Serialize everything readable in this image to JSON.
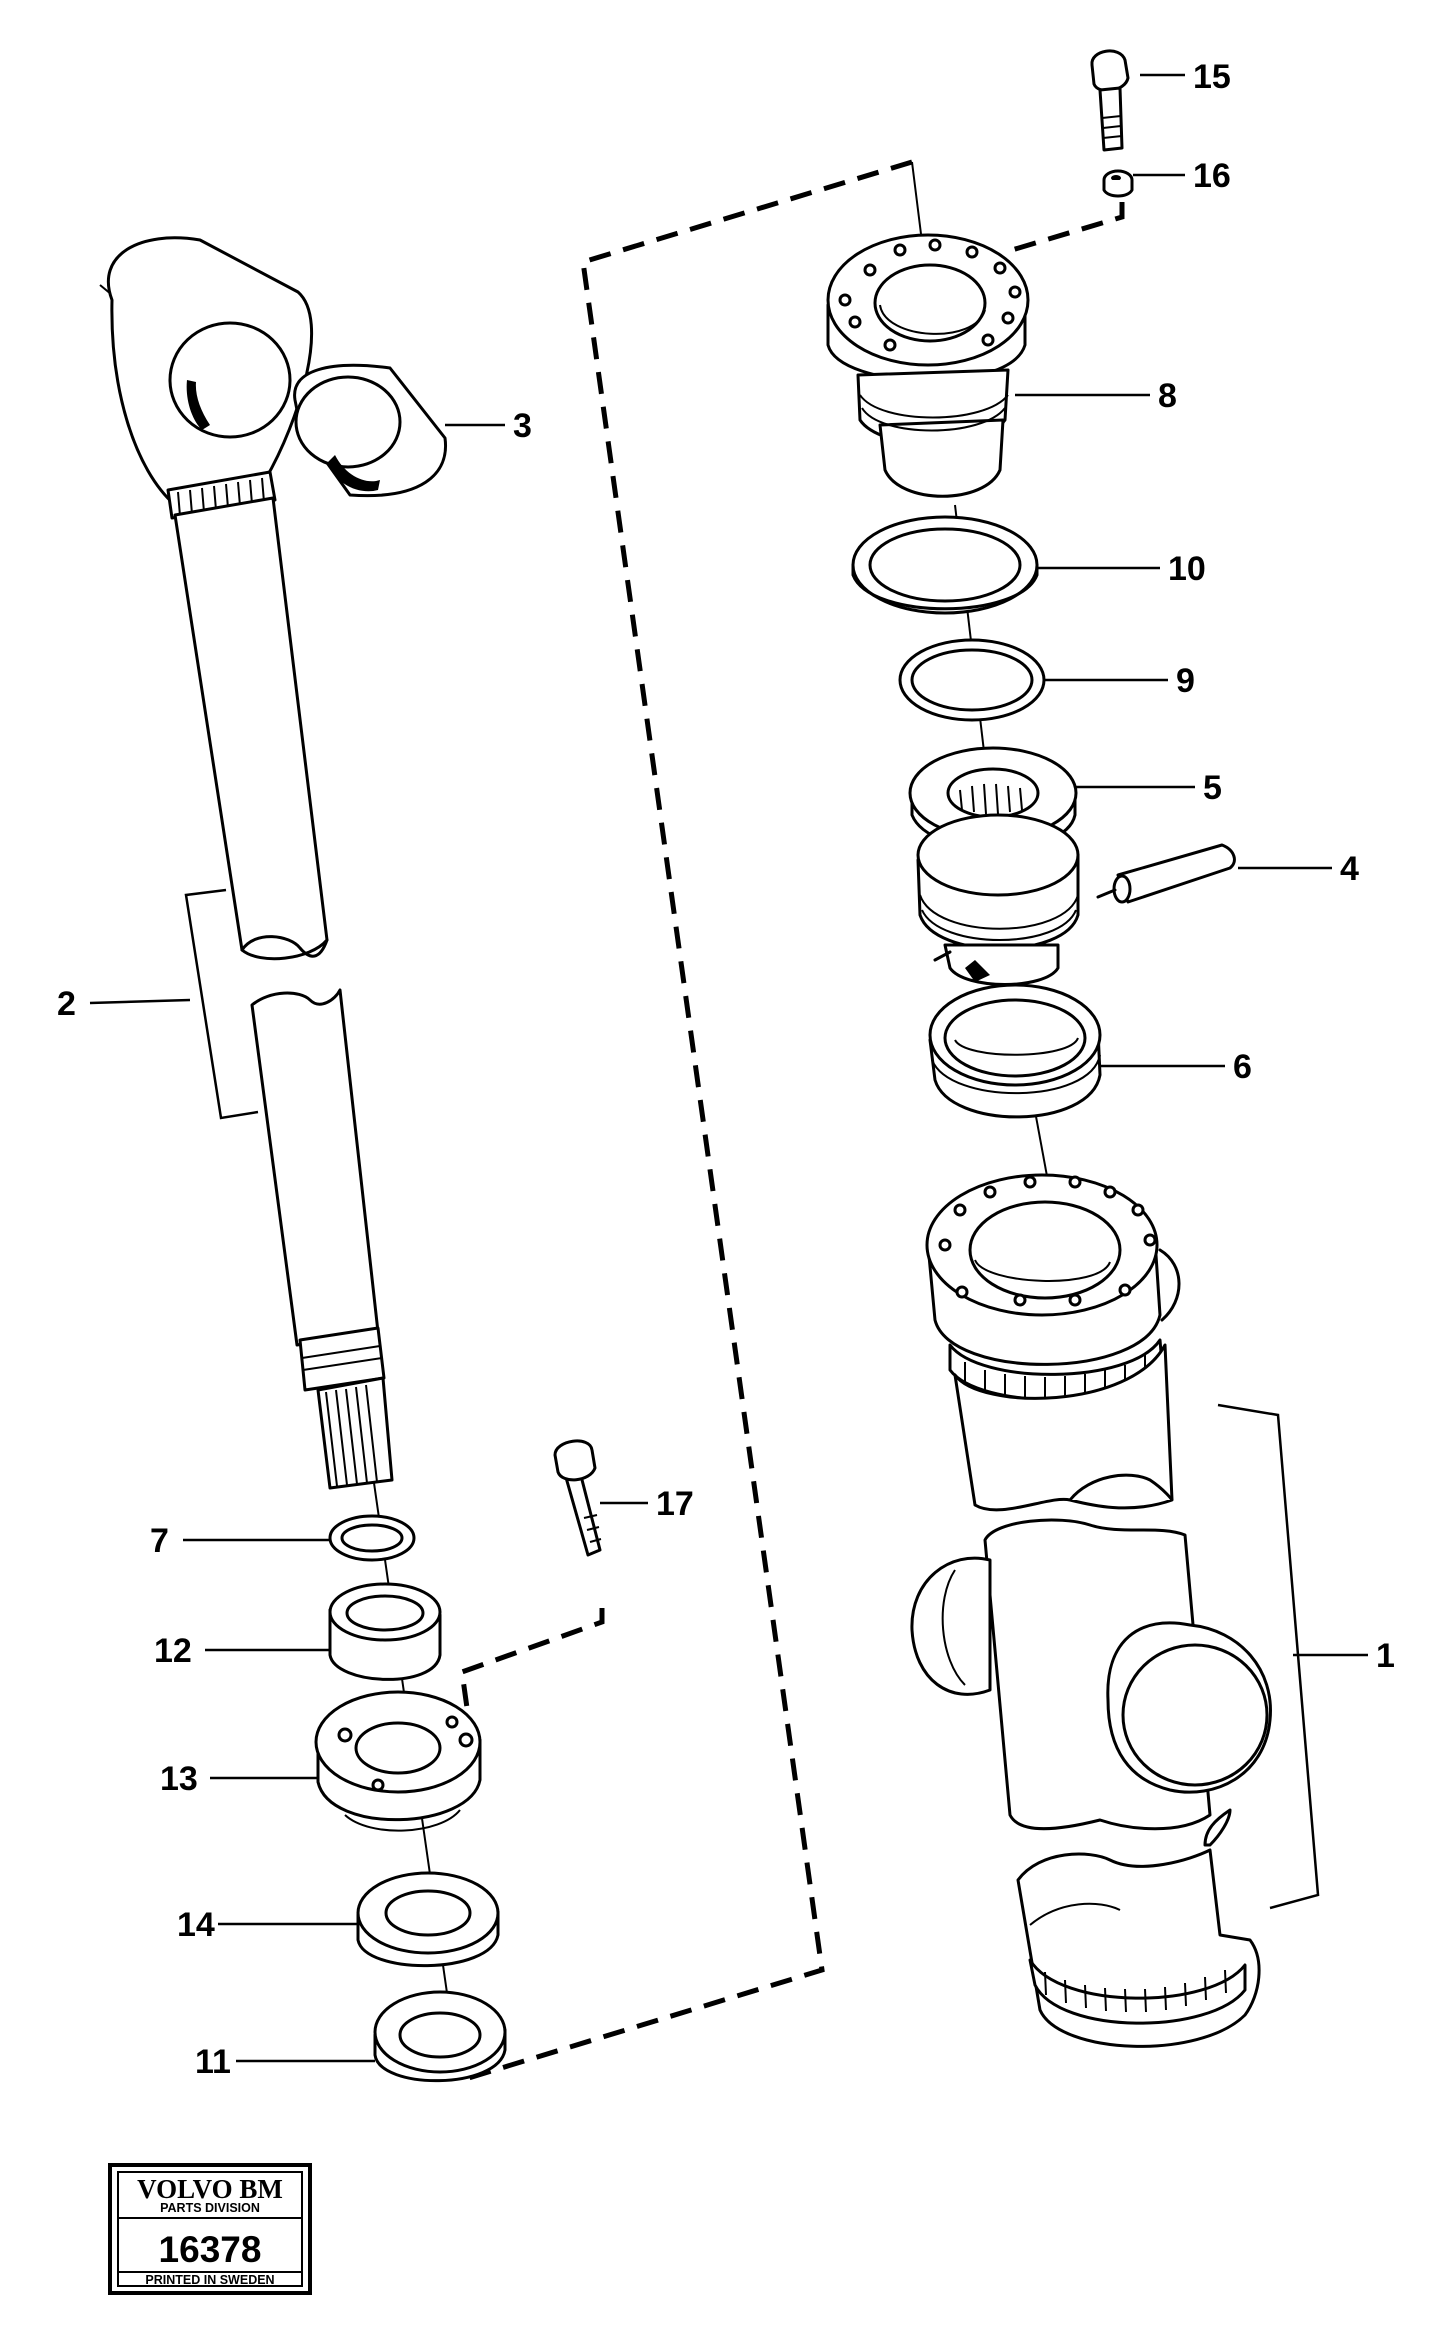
{
  "labels": [
    {
      "id": "1",
      "text": "1"
    },
    {
      "id": "2",
      "text": "2"
    },
    {
      "id": "3",
      "text": "3"
    },
    {
      "id": "4",
      "text": "4"
    },
    {
      "id": "5",
      "text": "5"
    },
    {
      "id": "6",
      "text": "6"
    },
    {
      "id": "7",
      "text": "7"
    },
    {
      "id": "8",
      "text": "8"
    },
    {
      "id": "9",
      "text": "9"
    },
    {
      "id": "10",
      "text": "10"
    },
    {
      "id": "11",
      "text": "11"
    },
    {
      "id": "12",
      "text": "12"
    },
    {
      "id": "13",
      "text": "13"
    },
    {
      "id": "14",
      "text": "14"
    },
    {
      "id": "15",
      "text": "15"
    },
    {
      "id": "16",
      "text": "16"
    },
    {
      "id": "17",
      "text": "17"
    }
  ],
  "logo": {
    "brand": "VOLVO BM",
    "division": "PARTS DIVISION",
    "number": "16378",
    "printed": "PRINTED IN SWEDEN"
  },
  "colors": {
    "line": "#000000",
    "background": "#ffffff"
  }
}
